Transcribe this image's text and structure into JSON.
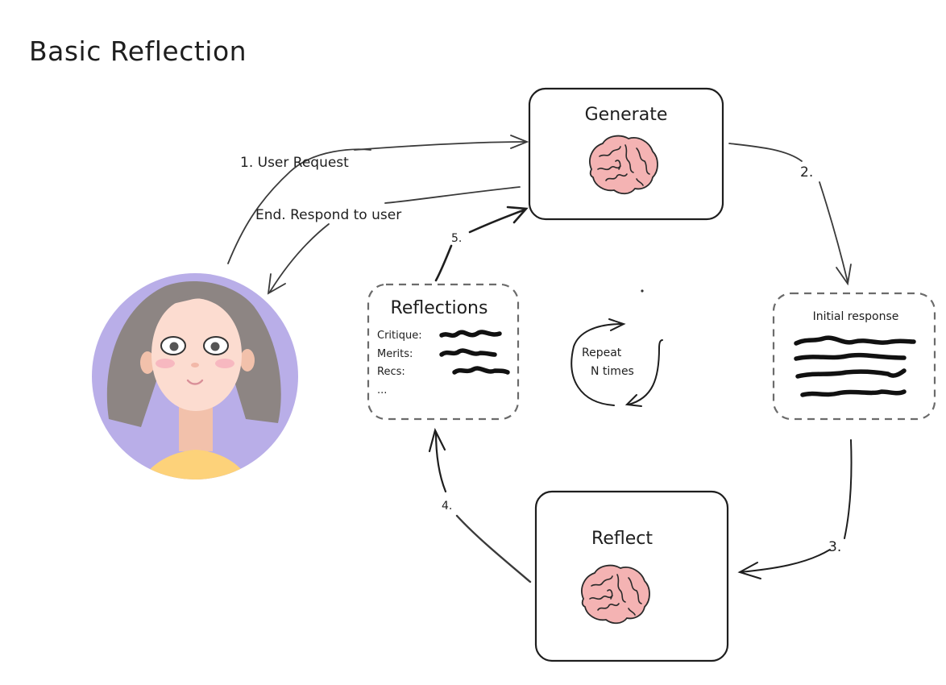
{
  "title": "Basic Reflection",
  "nodes": {
    "generate": {
      "label": "Generate",
      "icon": "brain-icon"
    },
    "reflect": {
      "label": "Reflect",
      "icon": "brain-icon"
    },
    "initial_response": {
      "label": "Initial response"
    },
    "reflections": {
      "label": "Reflections",
      "rows": [
        "Critique:",
        "Merits:",
        "Recs:",
        "..."
      ]
    },
    "user": {
      "icon": "user-avatar-icon"
    }
  },
  "edges": {
    "user_request": "1. User Request",
    "respond": "End. Respond to user",
    "step2": "2.",
    "step3": "3.",
    "step4": "4.",
    "step5": "5."
  },
  "loop": {
    "line1": "Repeat",
    "line2": "N times"
  },
  "colors": {
    "brain": "#f4b3b3",
    "avatar_bg": "#b9aee8",
    "hair": "#8d8583",
    "skin": "#fcdcd0",
    "shirt": "#fdd27a"
  }
}
